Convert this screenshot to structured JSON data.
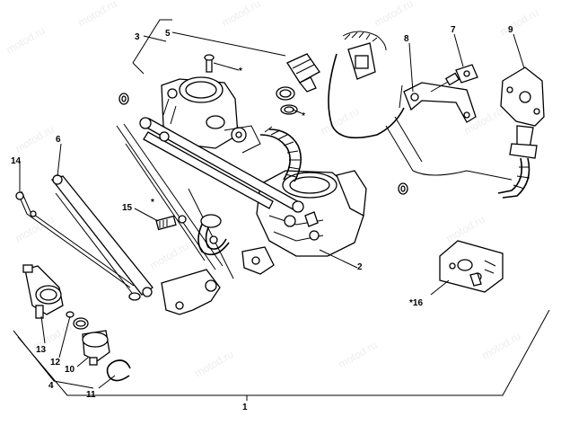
{
  "watermark": "motod.ru",
  "callouts": [
    {
      "id": "c1",
      "text": "1"
    },
    {
      "id": "c2",
      "text": "2"
    },
    {
      "id": "c3",
      "text": "3"
    },
    {
      "id": "c4",
      "text": "4"
    },
    {
      "id": "c5",
      "text": "5"
    },
    {
      "id": "c6",
      "text": "6"
    },
    {
      "id": "c7",
      "text": "7"
    },
    {
      "id": "c8",
      "text": "8"
    },
    {
      "id": "c9",
      "text": "9"
    },
    {
      "id": "c10",
      "text": "10"
    },
    {
      "id": "c11",
      "text": "11"
    },
    {
      "id": "c12",
      "text": "12"
    },
    {
      "id": "c13",
      "text": "13"
    },
    {
      "id": "c14",
      "text": "14"
    },
    {
      "id": "c15",
      "text": "15"
    },
    {
      "id": "c16",
      "text": "*16"
    },
    {
      "id": "s1",
      "text": "*"
    },
    {
      "id": "s2",
      "text": "*"
    },
    {
      "id": "s3",
      "text": "*"
    }
  ]
}
